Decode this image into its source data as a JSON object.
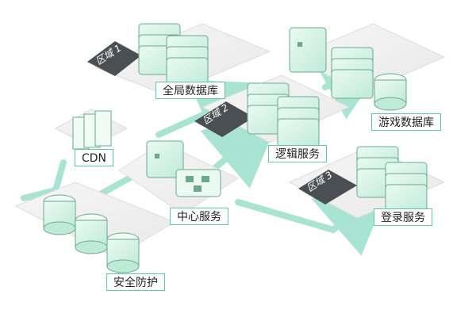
{
  "diagram": {
    "nodes": {
      "global_db": "全局数据库",
      "game_db": "游戏数据库",
      "cdn": "CDN",
      "logic": "逻辑服务",
      "center": "中心服务",
      "login": "登录服务",
      "security": "安全防护"
    },
    "regions": {
      "r1": "区域 1",
      "r2": "区域 2",
      "r3": "区域 3"
    },
    "colors": {
      "accent": "#5fc8a6",
      "flow": "#a9e3d2",
      "server_top": "#f4fbf8",
      "server_side": "#bfead8",
      "region": "#4a4f53"
    }
  }
}
